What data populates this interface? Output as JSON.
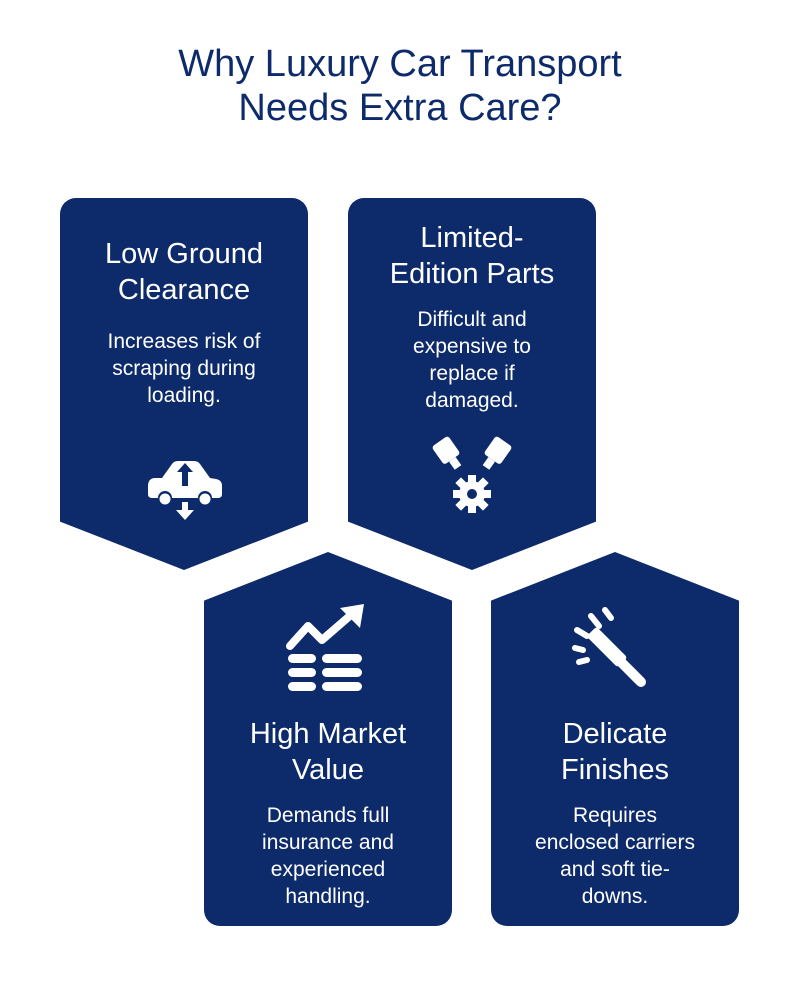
{
  "title": {
    "line1": "Why Luxury Car Transport",
    "line2": "Needs Extra Care?"
  },
  "colors": {
    "card_bg": "#0d2a6b",
    "title_text": "#0d2a6b",
    "card_text": "#ffffff"
  },
  "cards": [
    {
      "heading": [
        "Low Ground",
        "Clearance"
      ],
      "description": [
        "Increases risk of",
        "scraping during",
        "loading."
      ],
      "icon": "car-clearance-icon"
    },
    {
      "heading": [
        "Limited-",
        "Edition Parts"
      ],
      "description": [
        "Difficult and",
        "expensive to",
        "replace if",
        "damaged."
      ],
      "icon": "parts-gear-icon"
    },
    {
      "heading": [
        "High Market",
        "Value"
      ],
      "description": [
        "Demands full",
        "insurance and",
        "experienced",
        "handling."
      ],
      "icon": "rising-value-icon"
    },
    {
      "heading": [
        "Delicate",
        "Finishes"
      ],
      "description": [
        "Requires",
        "enclosed carriers",
        "and soft tie-",
        "downs."
      ],
      "icon": "squeegee-shine-icon"
    }
  ]
}
